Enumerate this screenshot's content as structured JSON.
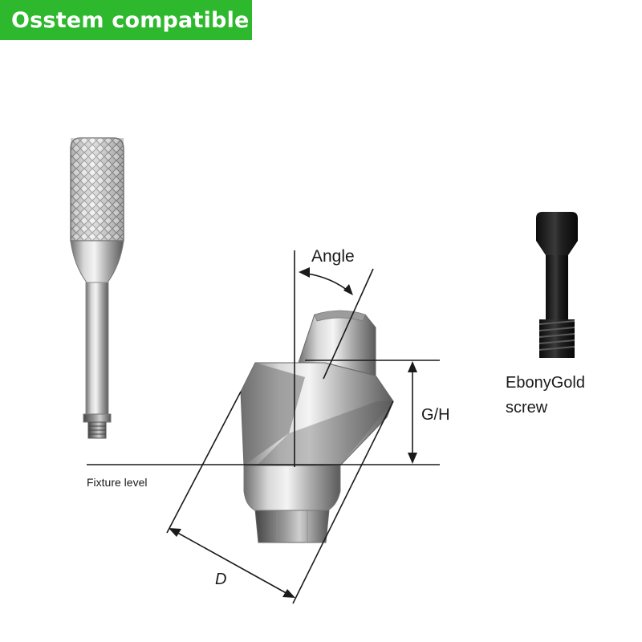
{
  "badge": {
    "text": "Osstem compatible",
    "color": "#2db82d"
  },
  "labels": {
    "angle": "Angle",
    "gh": "G/H",
    "fixture_level": "Fixture level",
    "d": "D",
    "screw_line1": "EbonyGold",
    "screw_line2": "screw"
  },
  "components": {
    "driver": "hex-driver-tool",
    "abutment": "angled-abutment",
    "screw": "abutment-screw"
  }
}
